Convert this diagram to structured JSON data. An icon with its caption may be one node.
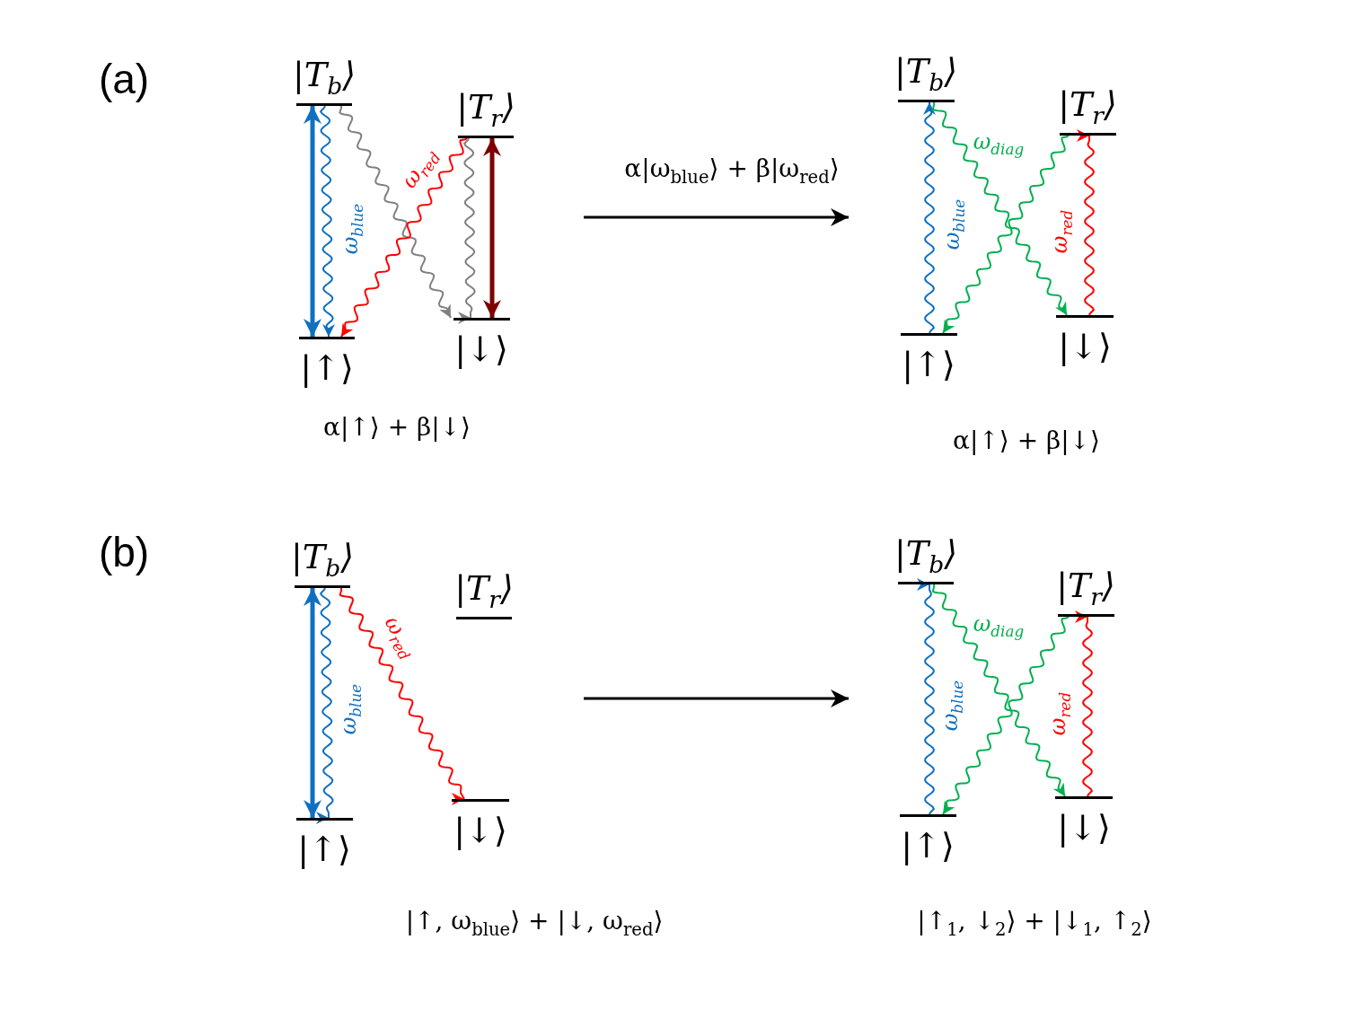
{
  "diagram": {
    "nodes": [
      {
        "text": [
          "|T$_{b}$⟩"
        ]
      },
      {
        "text": [
          "|T$_{r}$⟩"
        ]
      },
      {
        "text": [
          "|↑⟩"
        ]
      },
      {
        "text": [
          "|↓⟩"
        ]
      },
      {
        "text": [
          "|T$_{b}$⟩"
        ]
      },
      {
        "text": [
          "|T$_{r}$⟩"
        ]
      },
      {
        "text": [
          "|↑⟩"
        ]
      },
      {
        "text": [
          "|↓⟩"
        ]
      },
      {
        "text": [
          "|T$_{b}$⟩"
        ]
      },
      {
        "text": [
          "|T$_{r}$⟩"
        ]
      },
      {
        "text": [
          "|↑⟩"
        ]
      },
      {
        "text": [
          "|↓⟩"
        ]
      },
      {
        "text": [
          "|T$_{b}$⟩"
        ]
      },
      {
        "text": [
          "|T$_{r}$⟩"
        ]
      },
      {
        "text": [
          "|↑⟩"
        ]
      },
      {
        "text": [
          "|↓⟩"
        ]
      }
    ],
    "edges": [
      {
        "from": 0,
        "to": 2,
        "arrow": "both",
        "style": "thick",
        "color": "#1070c0"
      },
      {
        "from": 0,
        "to": 2,
        "arrow": "to",
        "label": "ω$_{blue}$",
        "color": "#1070c0"
      },
      {
        "from": 0,
        "to": 3,
        "arrow": "to",
        "color": "#808080"
      },
      {
        "from": 1,
        "to": 2,
        "arrow": "to",
        "label": "ω$_{red}$",
        "color": "#ff0000"
      },
      {
        "from": 1,
        "to": 3,
        "arrow": "to",
        "color": "#808080"
      },
      {
        "from": 1,
        "to": 3,
        "arrow": "both",
        "style": "thick",
        "color": "#7f0000"
      },
      {
        "from": 6,
        "to": 4,
        "arrow": "to",
        "label": "ω$_{blue}$",
        "color": "#1070c0"
      },
      {
        "from": 4,
        "to": 7,
        "arrow": "to",
        "label": "ω$_{diag}$",
        "color": "#00b050"
      },
      {
        "from": 5,
        "to": 6,
        "arrow": "to",
        "color": "#00b050"
      },
      {
        "from": 7,
        "to": 5,
        "arrow": "to",
        "label": "ω$_{red}$",
        "color": "#ff0000"
      },
      {
        "from": 8,
        "to": 10,
        "arrow": "both",
        "style": "thick",
        "color": "#1070c0"
      },
      {
        "from": 8,
        "to": 10,
        "arrow": "to",
        "label": "ω$_{blue}$",
        "color": "#1070c0"
      },
      {
        "from": 8,
        "to": 11,
        "arrow": "to",
        "label": "ω$_{red}$",
        "color": "#ff0000"
      },
      {
        "from": 14,
        "to": 12,
        "arrow": "to",
        "label": "ω$_{blue}$",
        "color": "#1070c0"
      },
      {
        "from": 12,
        "to": 15,
        "arrow": "to",
        "label": "ω$_{diag}$",
        "color": "#00b050"
      },
      {
        "from": 13,
        "to": 14,
        "arrow": "to",
        "color": "#00b050"
      },
      {
        "from": 15,
        "to": 13,
        "arrow": "to",
        "label": "ω$_{red}$",
        "color": "#ff0000"
      }
    ],
    "labels": [
      "(a)",
      "α|ω$_{blue}$⟩ + β|ω$_{red}$⟩",
      "α|↑⟩ + β|↓⟩",
      "α|↑⟩ + β|↓⟩",
      "(b)",
      "|↑, ω$_{blue}$⟩ + |↓, ω$_{red}$⟩",
      "|↑$_{1}$, ↓$_{2}$⟩ + |↓$_{1}$, ↑$_{2}$⟩"
    ]
  }
}
